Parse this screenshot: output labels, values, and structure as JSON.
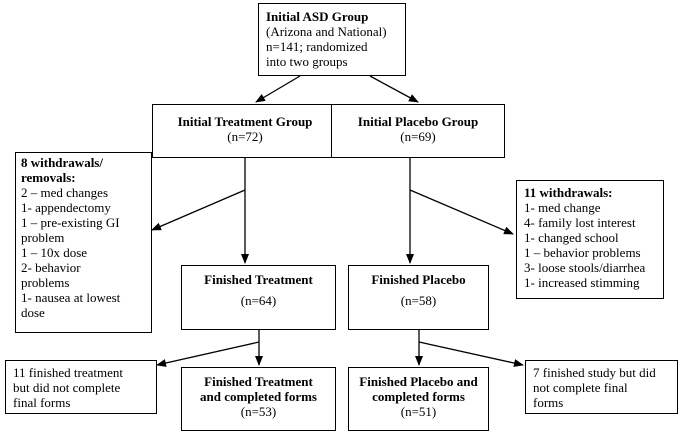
{
  "initial_asd": {
    "title": "Initial ASD Group",
    "lines": [
      "(Arizona and National)",
      "n=141; randomized",
      "into two groups"
    ]
  },
  "initial_treatment": {
    "title": "Initial Treatment Group",
    "n": "(n=72)"
  },
  "initial_placebo": {
    "title": "Initial Placebo Group",
    "n": "(n=69)"
  },
  "treatment_withdrawals": {
    "title": "8 withdrawals/",
    "title2": "removals:",
    "items": [
      "2 – med changes",
      "1- appendectomy",
      "1 – pre-existing GI",
      "problem",
      "1 – 10x dose",
      "2- behavior",
      "problems",
      "1- nausea at lowest",
      "dose"
    ]
  },
  "placebo_withdrawals": {
    "title": "11 withdrawals:",
    "items": [
      "1- med change",
      "4-  family lost interest",
      "1- changed school",
      "1 – behavior problems",
      "3- loose stools/diarrhea",
      "1- increased stimming"
    ]
  },
  "finished_treatment": {
    "title": "Finished Treatment",
    "n": "(n=64)"
  },
  "finished_placebo": {
    "title": "Finished Placebo",
    "n": "(n=58)"
  },
  "treatment_incomplete": {
    "lines": [
      "11 finished treatment",
      "but did not complete",
      "final forms"
    ]
  },
  "placebo_incomplete": {
    "lines": [
      "7 finished study but did",
      "not complete final",
      "forms"
    ]
  },
  "treatment_completed": {
    "title": "Finished Treatment",
    "title2": "and completed forms",
    "n": "(n=53)"
  },
  "placebo_completed": {
    "title": "Finished Placebo and",
    "title2": "completed forms",
    "n": "(n=51)"
  }
}
